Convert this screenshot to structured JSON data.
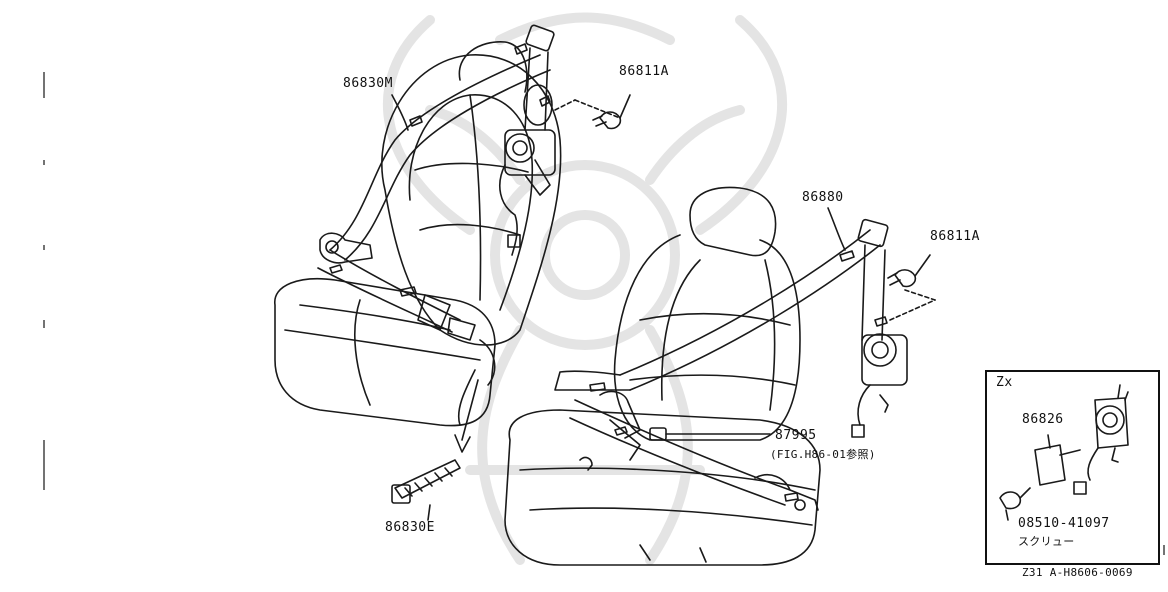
{
  "diagram": {
    "parts": {
      "belt_front_left": "86830M",
      "anchor_bolt_top": "86811A",
      "belt_front_right": "86880",
      "anchor_bolt_right": "86811A",
      "buckle_part": "87995",
      "buckle_ref": "(FIG.H86-01参照)",
      "buckle_stalk": "86830E"
    },
    "inset": {
      "title": "Zx",
      "part": "86826",
      "screw_part": "08510-41097",
      "screw_name": "スクリュー"
    },
    "footer": {
      "figure_code": "Z31  A-H8606-0069"
    },
    "colors": {
      "line": "#1a1a1a",
      "watermark": "#e4e4e4"
    }
  }
}
